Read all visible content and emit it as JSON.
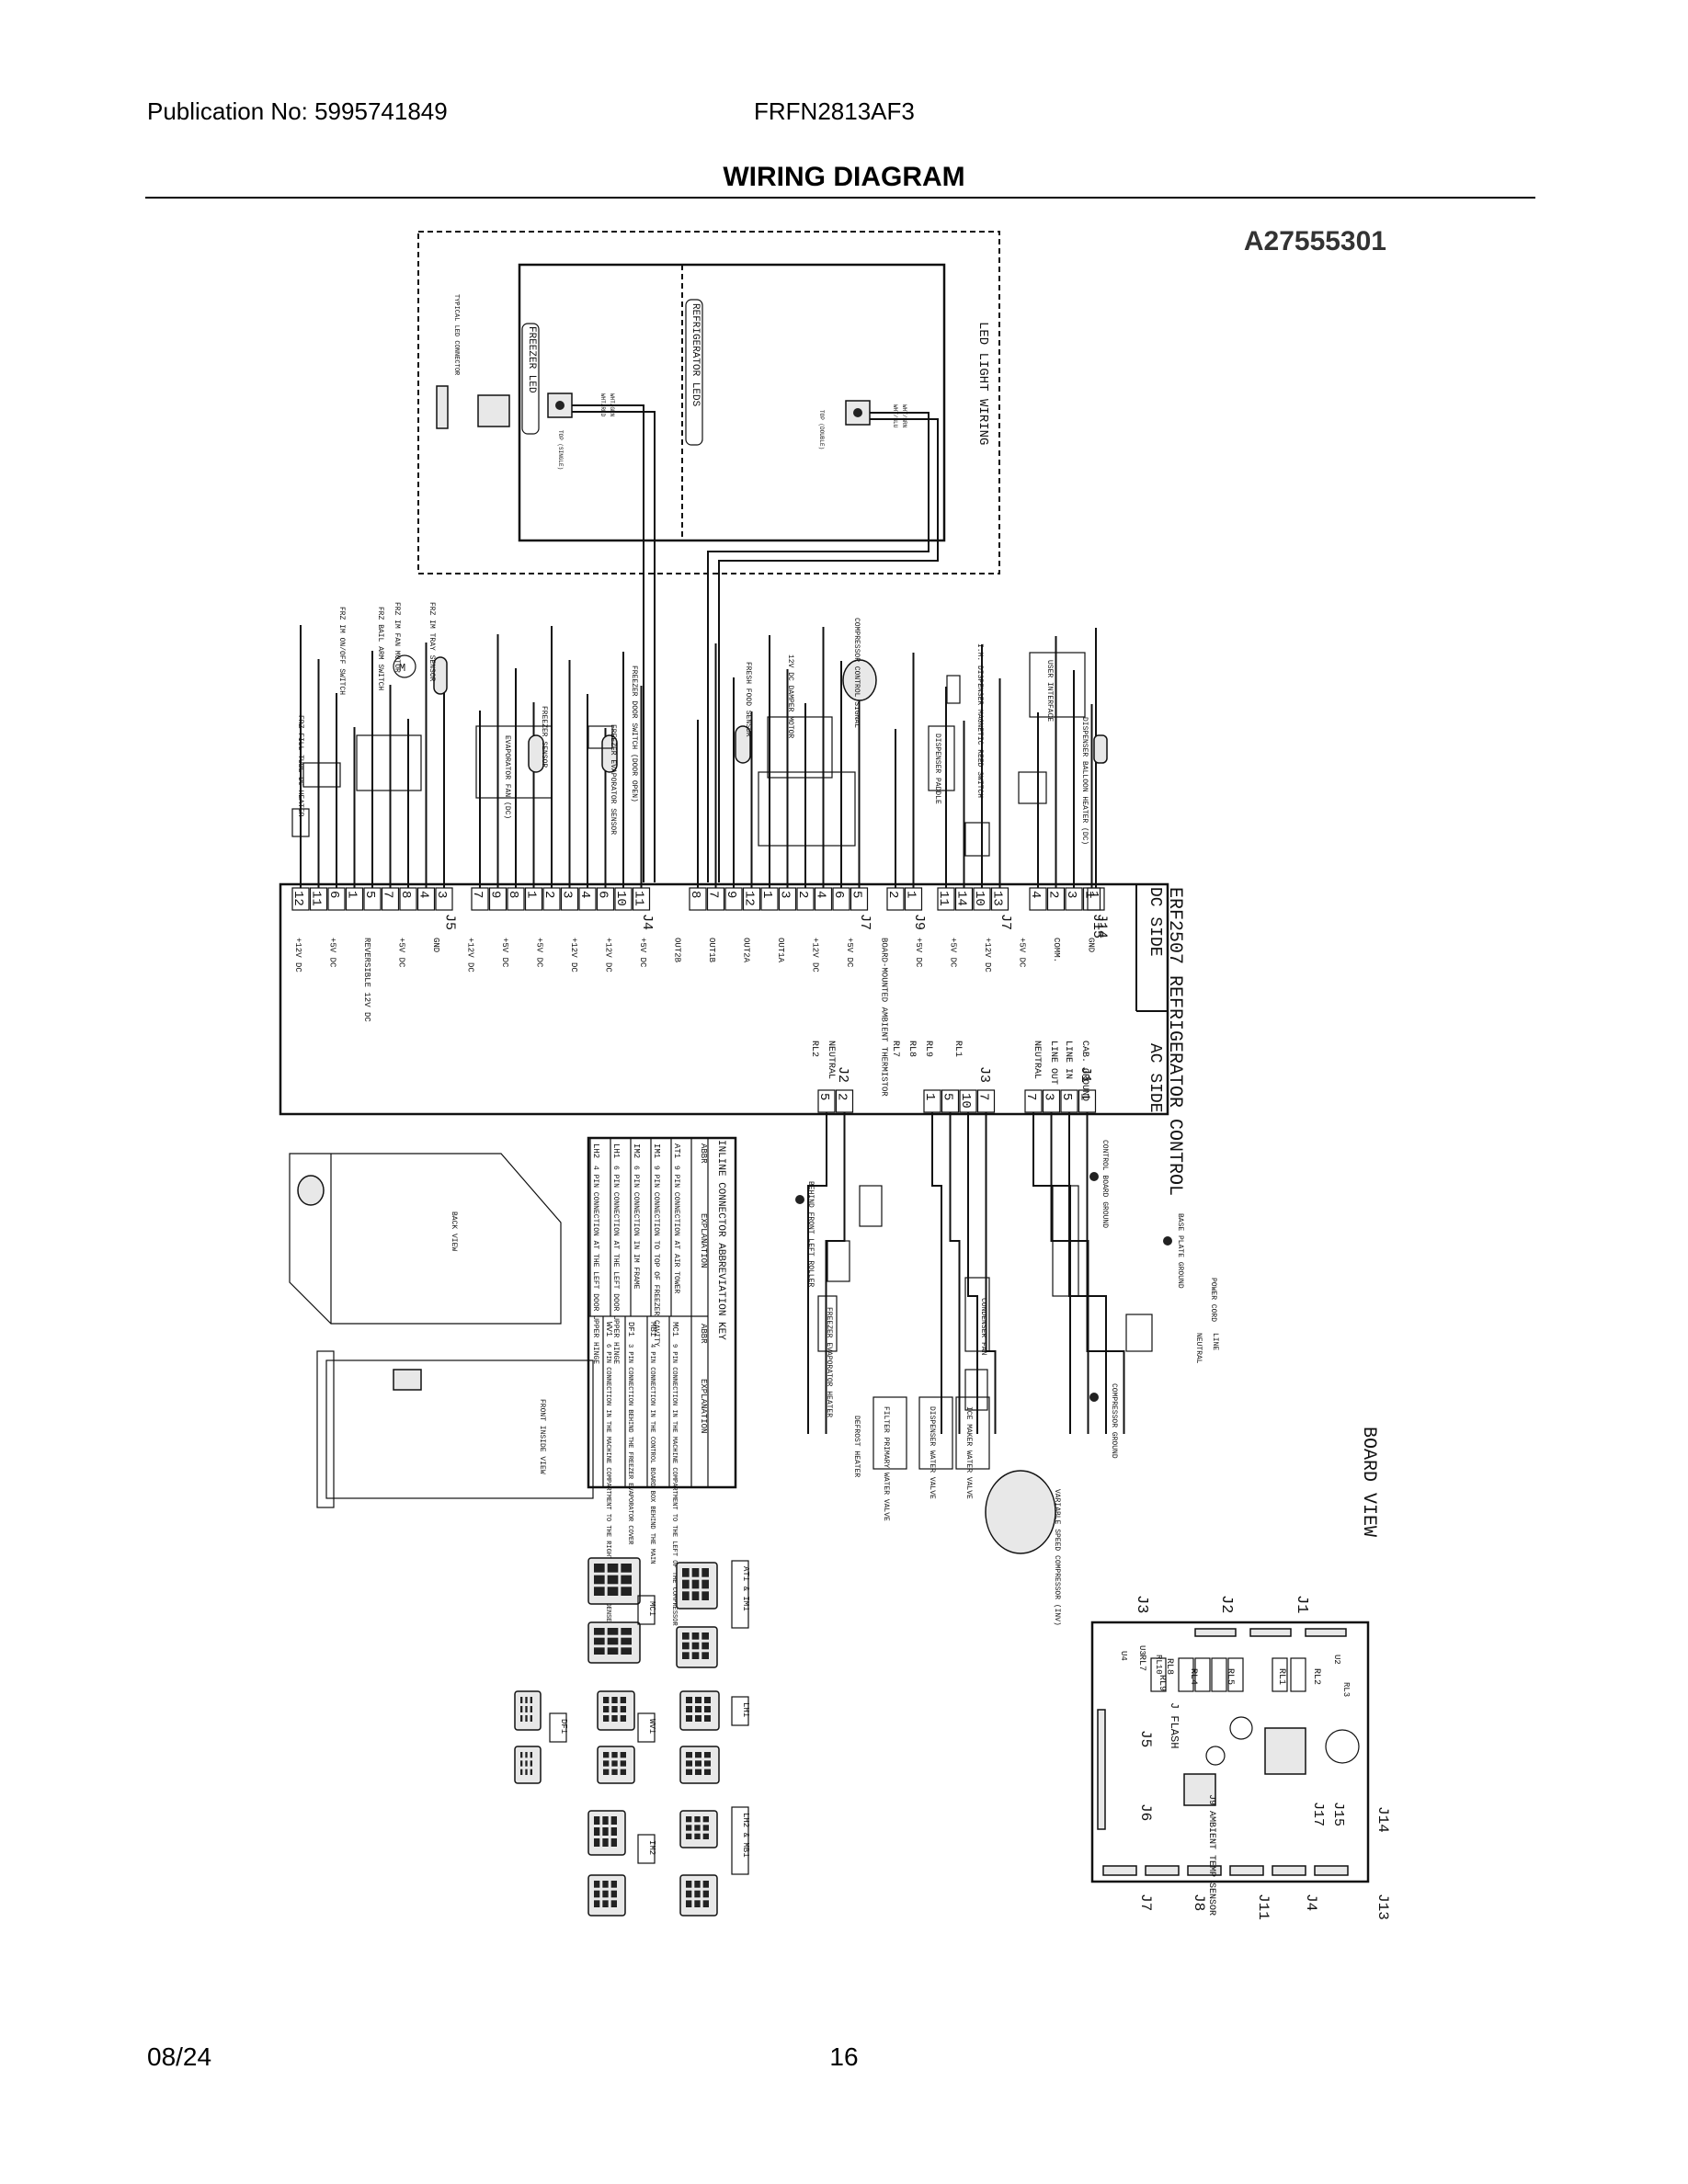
{
  "header": {
    "publication": "Publication No: 5995741849",
    "model": "FRFN2813AF3",
    "title": "WIRING DIAGRAM",
    "drawing_number": "A27555301"
  },
  "footer": {
    "date": "08/24",
    "page": "16"
  },
  "led": {
    "title": "LED LIGHT WIRING",
    "freezer_led": "FREEZER LED",
    "refrigerator_leds": "REFRIGERATOR LEDS",
    "typical_connector": "TYPICAL LED CONNECTOR",
    "top_single": "TOP (SINGLE)",
    "top_double": "TOP (DOUBLE)",
    "wht_red": "WHT/RED",
    "wht_grn": "WHT/GRN",
    "wht_blu": "WHT/BLU",
    "wht_brn": "WHT/BRN"
  },
  "board": {
    "title": "ERF2507 REFRIGERATOR CONTROL",
    "dc_side": "DC SIDE",
    "ac_side": "AC SIDE",
    "view_title": "BOARD VIEW",
    "flash": "J FLASH",
    "ambient": "J9 AMBIENT TEMP SENSOR"
  },
  "dc_connectors": [
    {
      "label": "J5",
      "pins": [
        "12",
        "11",
        "6",
        "1",
        "5",
        "7",
        "8",
        "4",
        "3"
      ]
    },
    {
      "label": "J4",
      "pins": [
        "7",
        "9",
        "8",
        "1",
        "2",
        "3",
        "4",
        "6",
        "10",
        "11"
      ]
    },
    {
      "label": "J7",
      "pins": [
        "8",
        "7",
        "9",
        "12",
        "1",
        "3",
        "2",
        "4",
        "6",
        "5"
      ]
    },
    {
      "label": "J9",
      "pins": [
        "2",
        "1"
      ]
    },
    {
      "label": "J7",
      "pins": [
        "11",
        "14",
        "10",
        "13"
      ]
    },
    {
      "label": "J15",
      "pins": [
        "4",
        "2",
        "3",
        "1"
      ]
    },
    {
      "label": "J14",
      "pins": [
        "1"
      ]
    }
  ],
  "dc_voltages": [
    "+12V DC",
    "+5V DC",
    "REVERSIBLE 12V DC",
    "+5V DC",
    "GND",
    "+12V DC",
    "+5V DC",
    "+5V DC",
    "+12V DC",
    "+12V DC",
    "+5V DC",
    "OUT2B",
    "OUT1B",
    "OUT2A",
    "OUT1A",
    "+12V DC",
    "+5V DC",
    "BOARD-MOUNTED AMBIENT THERMISTOR",
    "+5V DC",
    "+5V DC",
    "+12V DC",
    "+5V DC",
    "COMM.",
    "GND"
  ],
  "ac_connectors": [
    {
      "label": "J2",
      "pins": [
        "5",
        "2"
      ]
    },
    {
      "label": "J3",
      "pins": [
        "1",
        "5",
        "10",
        "7"
      ]
    },
    {
      "label": "J1",
      "pins": [
        "7",
        "3",
        "5",
        "1"
      ]
    }
  ],
  "ac_lines": [
    "RL2",
    "NEUTRAL",
    "RL7",
    "RL8",
    "RL9",
    "RL1",
    "NEUTRAL",
    "LINE OUT",
    "LINE IN",
    "CAB. GROUND"
  ],
  "components": [
    "FRZ IM TRAY SENSOR",
    "FRZ IM FAN MOTOR",
    "FRZ BAIL ARM SWITCH",
    "FRZ IM ON/OFF SWITCH",
    "FRZ FILL TUBE DC HEATER",
    "EVAPORATOR FAN (DC)",
    "FREEZER SENSOR",
    "FREEZER DOOR SWITCH (DOOR OPEN)",
    "FREEZER EVAPORATOR SENSOR",
    "FRESH FOOD SENSOR",
    "12V DC DAMPER MOTOR",
    "COMPRESSOR CONTROL SIGNAL",
    "I.M. DISPENSER MAGNETIC REED SWITCH",
    "DISPENSER PADDLE",
    "USER INTERFACE",
    "DISPENSER BALLOON HEATER (DC)",
    "CONDENSER FAN",
    "FREEZER EVAPORATOR HEATER",
    "DEFROST HEATER",
    "FILTER PRIMARY WATER VALVE",
    "DISPENSER WATER VALVE",
    "ICE MAKER WATER VALVE",
    "VARIABLE SPEED COMPRESSOR (INV)",
    "POWER CORD",
    "NEUTRAL",
    "LINE",
    "COMPRESSOR GROUND",
    "BASE PLATE GROUND",
    "CONTROL BOARD GROUND",
    "BEHIND FRONT LEFT ROLLER"
  ],
  "inline_key": {
    "title": "INLINE CONNECTOR ABBREVIATION KEY",
    "headers": [
      "ABBR",
      "EXPLANATION"
    ],
    "left_rows": [
      {
        "abbr": "AT1",
        "text": "9 PIN CONNECTION AT AIR TOWER"
      },
      {
        "abbr": "IM1",
        "text": "9 PIN CONNECTION TO TOP OF FREEZER CAVITY"
      },
      {
        "abbr": "IM2",
        "text": "6 PIN CONNECTION IN IM FRAME"
      },
      {
        "abbr": "LH1",
        "text": "6 PIN CONNECTION AT THE LEFT DOOR UPPER HINGE"
      },
      {
        "abbr": "LH2",
        "text": "4 PIN CONNECTION AT THE LEFT DOOR UPPER HINGE"
      }
    ],
    "right_rows": [
      {
        "abbr": "MC1",
        "text": "9 PIN CONNECTION IN THE MACHINE COMPARTMENT TO THE LEFT OF THE COMPRESSOR"
      },
      {
        "abbr": "MB1",
        "text": "4 PIN CONNECTION IN THE CONTROL BOARD BOX BEHIND THE MAIN"
      },
      {
        "abbr": "DF1",
        "text": "3 PIN CONNECTION BEHIND THE FREEZER EVAPORATOR COVER"
      },
      {
        "abbr": "WV1",
        "text": "6 PIN CONNECTION IN THE MACHINE COMPARTMENT TO THE RIGHT OF THE CONDENSER"
      }
    ]
  },
  "views": {
    "back": "BACK VIEW",
    "front_inside": "FRONT INSIDE VIEW"
  },
  "connector_tags": [
    "AT1 & IM1",
    "MC1",
    "LH1",
    "WV1",
    "DF1",
    "LH2 & MB1",
    "IM2"
  ],
  "board_labels": [
    "J1",
    "J2",
    "J3",
    "J14",
    "J15",
    "J17",
    "J13",
    "J4",
    "J11",
    "J8",
    "J7",
    "J6",
    "J5",
    "RL1",
    "RL2",
    "RL3",
    "RL4",
    "RL5",
    "RL7",
    "RL8",
    "RL9",
    "RL10",
    "U2",
    "U3",
    "U4"
  ]
}
